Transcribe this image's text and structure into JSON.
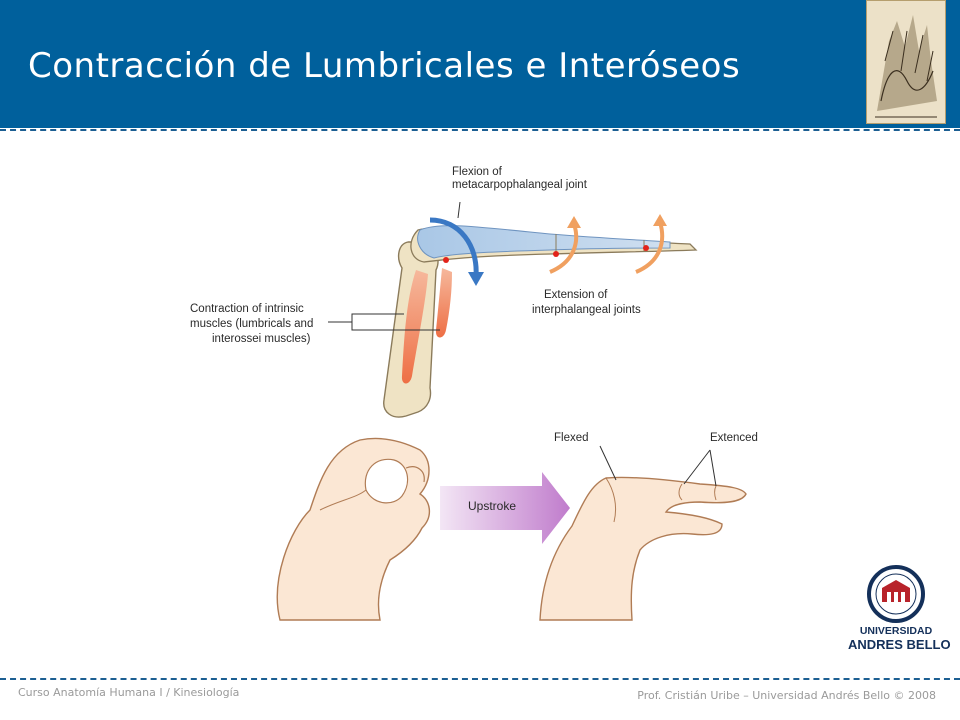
{
  "slide": {
    "title": "Contracción de Lumbricales e Interóseos"
  },
  "figure": {
    "labels": {
      "flexion_line1": "Flexion of",
      "flexion_line2": "metacarpophalangeal joint",
      "intrinsic_line1": "Contraction of intrinsic",
      "intrinsic_line2": "muscles (lumbricals and",
      "intrinsic_line3": "interossei muscles)",
      "extension_line1": "Extension of",
      "extension_line2": "interphalangeal joints",
      "flexed": "Flexed",
      "extended": "Extenced",
      "upstroke": "Upstroke"
    }
  },
  "logo": {
    "line1": "UNIVERSIDAD",
    "line2": "ANDRES BELLO"
  },
  "footer": {
    "left": "Curso Anatomía Humana I / Kinesiología",
    "right": "Prof. Cristián Uribe – Universidad Andrés Bello  © 2008"
  },
  "colors": {
    "header": "#00609c",
    "muscle": "#f07a52",
    "arrow_blue": "#3a78c4",
    "arrow_orange": "#f0a060",
    "upstroke_arrow": "#c98fd0",
    "bone": "#efe3c4"
  }
}
